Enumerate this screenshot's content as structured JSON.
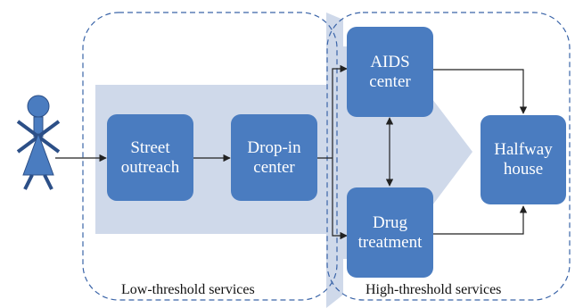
{
  "colors": {
    "node_fill": "#4a7cc0",
    "node_text": "#ffffff",
    "band_fill": "#cfd9ea",
    "region_border": "#3a64a8",
    "arrow": "#222222",
    "person_fill": "#4a7cc0"
  },
  "icons": {
    "person": "person-icon"
  },
  "nodes": {
    "street_outreach": "Street\noutreach",
    "drop_in_center": "Drop-in\ncenter",
    "aids_center": "AIDS\ncenter",
    "drug_treatment": "Drug\ntreatment",
    "halfway_house": "Halfway\nhouse"
  },
  "regions": {
    "low_threshold": "Low-threshold services",
    "high_threshold": "High-threshold services"
  }
}
